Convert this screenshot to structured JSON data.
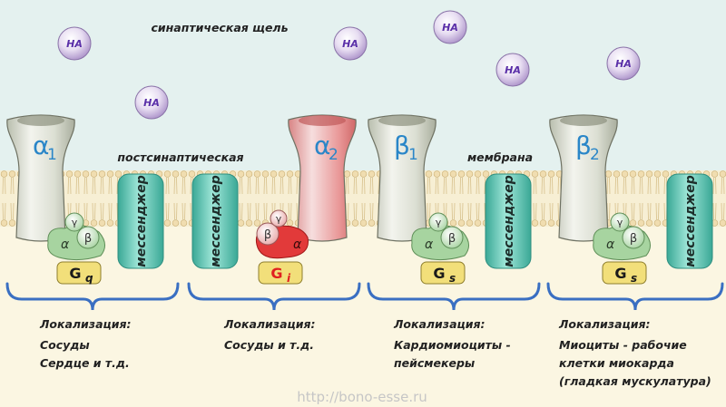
{
  "labels": {
    "cleft": "синаптическая щель",
    "membrane_left": "постсинаптическая",
    "membrane_right": "мембрана",
    "watermark": "http://bono-esse.ru"
  },
  "ligand": "НА",
  "messenger": "мессенджер",
  "subunits": {
    "alpha": "α",
    "beta": "β",
    "gamma": "γ"
  },
  "receptors": [
    {
      "symbol": "α",
      "sub": "1",
      "gprotein": "G",
      "gsub": "q",
      "active": false,
      "loc_title": "Локализация:",
      "loc_lines": [
        "Сосуды",
        "Сердце и т.д."
      ]
    },
    {
      "symbol": "α",
      "sub": "2",
      "gprotein": "G",
      "gsub": "i",
      "active": true,
      "loc_title": "Локализация:",
      "loc_lines": [
        "Сосуды и т.д."
      ]
    },
    {
      "symbol": "β",
      "sub": "1",
      "gprotein": "G",
      "gsub": "s",
      "active": false,
      "loc_title": "Локализация:",
      "loc_lines": [
        "Кардиомиоциты -",
        "пейсмекеры"
      ]
    },
    {
      "symbol": "β",
      "sub": "2",
      "gprotein": "G",
      "gsub": "s",
      "active": false,
      "loc_title": "Локализация:",
      "loc_lines": [
        "Миоциты - рабочие",
        "клетки миокарда",
        "(гладкая мускулатура)"
      ]
    }
  ],
  "colors": {
    "cleft_bg": "#e4f1ef",
    "cyto_bg": "#fbf6e2",
    "symbol_blue": "#2a86c8",
    "ligand_text": "#5a2fa8",
    "gprotein_yellow": "#f2df7a",
    "gprotein_red": "#e02020",
    "messenger_teal": "#5cc8b6",
    "bracket_blue": "#3a6fc2"
  }
}
